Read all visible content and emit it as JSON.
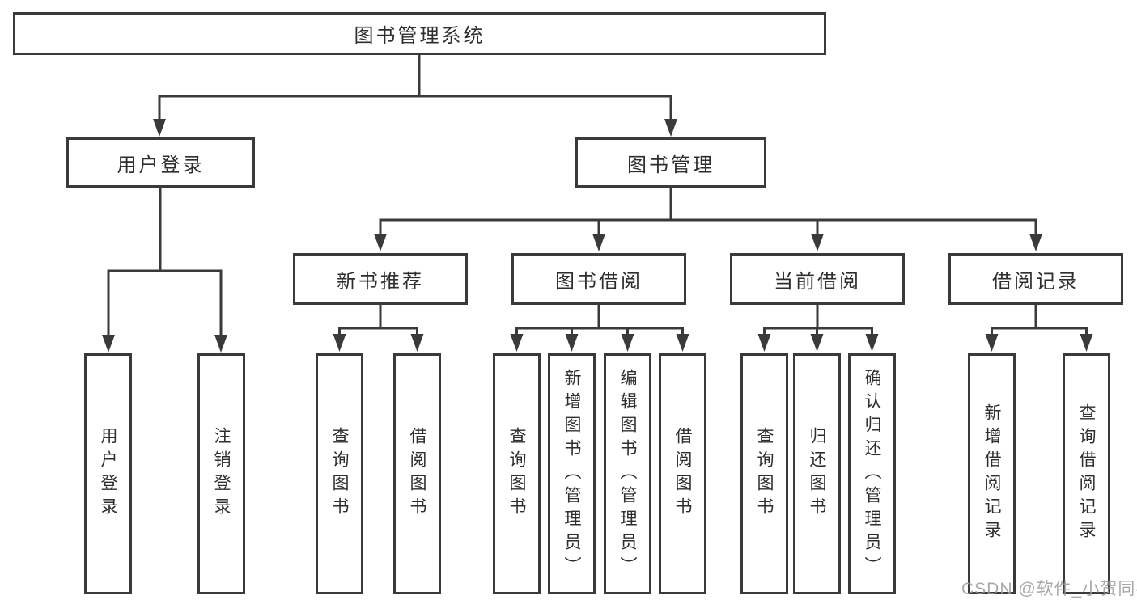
{
  "tree": {
    "root": {
      "label": "图书管理系统"
    },
    "branches": [
      {
        "label": "用户登录",
        "children": [
          {
            "label": "用户登录"
          },
          {
            "label": "注销登录"
          }
        ]
      },
      {
        "label": "图书管理",
        "children": [
          {
            "label": "新书推荐",
            "children": [
              {
                "label": "查询图书"
              },
              {
                "label": "借阅图书"
              }
            ]
          },
          {
            "label": "图书借阅",
            "children": [
              {
                "label": "查询图书"
              },
              {
                "label": "新增图书（管理员）"
              },
              {
                "label": "编辑图书（管理员）"
              },
              {
                "label": "借阅图书"
              }
            ]
          },
          {
            "label": "当前借阅",
            "children": [
              {
                "label": "查询图书"
              },
              {
                "label": "归还图书"
              },
              {
                "label": "确认归还（管理员）"
              }
            ]
          },
          {
            "label": "借阅记录",
            "children": [
              {
                "label": "新增借阅记录"
              },
              {
                "label": "查询借阅记录"
              }
            ]
          }
        ]
      }
    ]
  },
  "watermark": {
    "label": "CSDN @软件_小贺同学"
  },
  "colors": {
    "line": "#3a3a3a",
    "text": "#2e2e2e",
    "background": "#ffffff",
    "watermark": "#9b9b9b"
  }
}
